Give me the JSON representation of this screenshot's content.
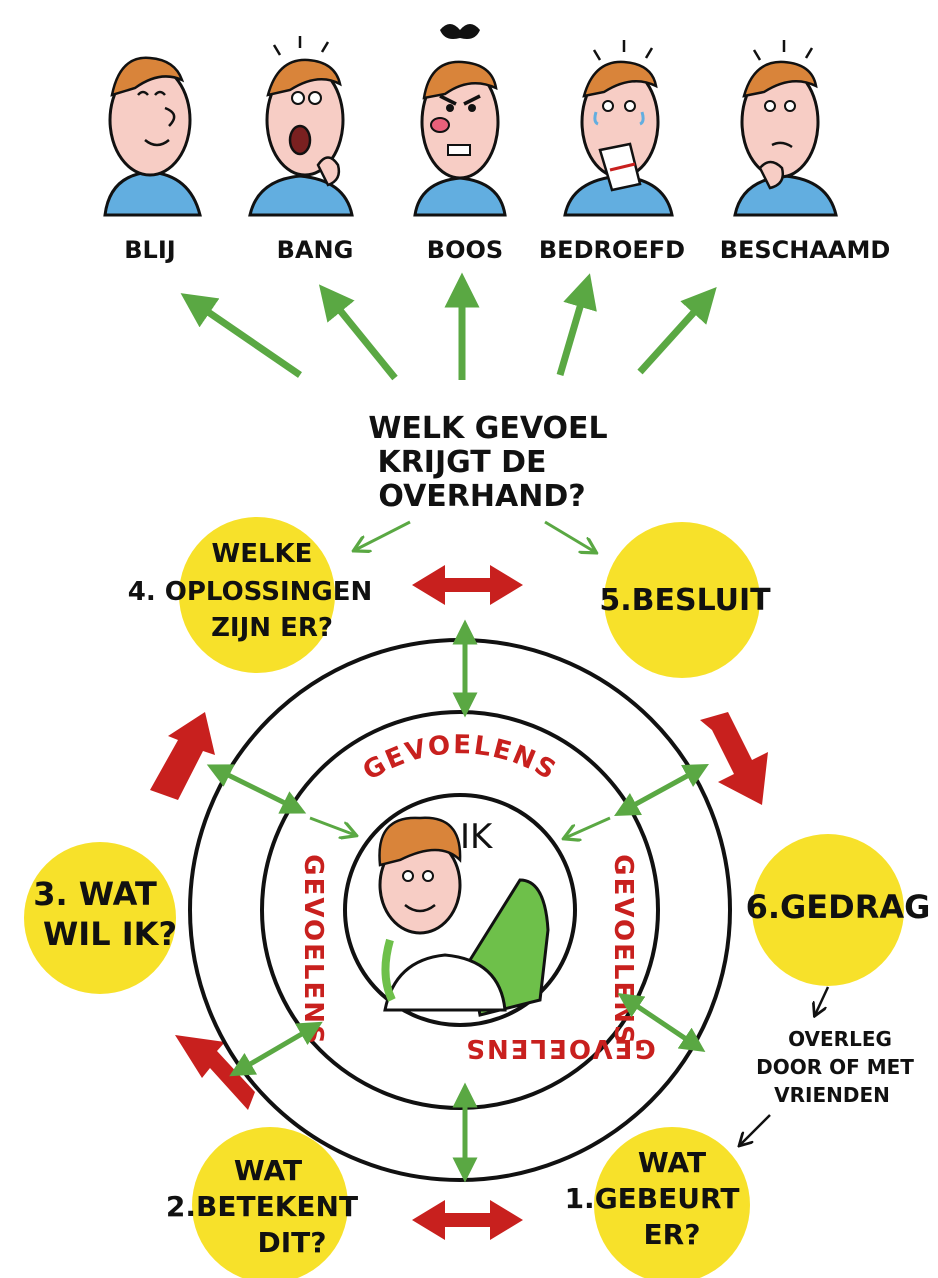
{
  "emotions": [
    {
      "label": "BLIJ",
      "mood": "happy"
    },
    {
      "label": "BANG",
      "mood": "scared"
    },
    {
      "label": "BOOS",
      "mood": "angry"
    },
    {
      "label": "BEDROEFD",
      "mood": "sad"
    },
    {
      "label": "BESCHAAMD",
      "mood": "ashamed"
    }
  ],
  "question": [
    "WELK GEVOEL",
    "KRIJGT DE",
    "OVERHAND?"
  ],
  "steps": {
    "step1": [
      "WAT",
      "1.GEBEURT",
      "ER?"
    ],
    "step2": [
      "WAT",
      "2.BETEKENT",
      "DIT?"
    ],
    "step3": [
      "3. WAT",
      "WIL IK?"
    ],
    "step4": [
      "WELKE",
      "4. OPLOSSINGEN",
      "ZIJN ER?"
    ],
    "step5": [
      "5.BESLUIT"
    ],
    "step6": [
      "6.GEDRAG"
    ]
  },
  "consult_note": [
    "OVERLEG",
    "DOOR OF MET",
    "VRIENDEN"
  ],
  "ring_word": "GEVOELENS",
  "center_label": "IK",
  "colors": {
    "yellow_circle": "#f7e12a",
    "green_arrow": "#5aa843",
    "red_arrow": "#c8201e",
    "skin": "#f7cdc5",
    "hair": "#d9843a",
    "shirt": "#62aee0",
    "backpack": "#6ec04a"
  },
  "icons": [
    "happy-face-icon",
    "scared-face-icon",
    "angry-face-icon",
    "sad-face-icon",
    "ashamed-face-icon",
    "hiker-with-backpack-icon"
  ]
}
